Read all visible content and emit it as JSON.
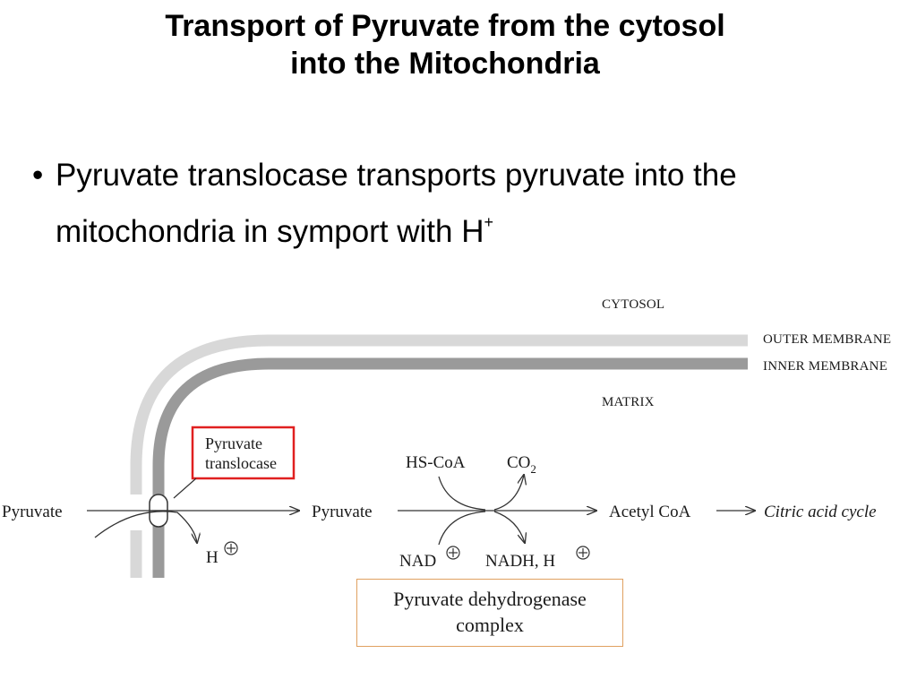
{
  "title": {
    "line1": "Transport of Pyruvate from the cytosol",
    "line2": "into the Mitochondria"
  },
  "bullet": {
    "symbol": "•",
    "text": "Pyruvate translocase transports pyruvate into the mitochondria in symport with H",
    "superscript": "+"
  },
  "diagram": {
    "regions": {
      "cytosol": "CYTOSOL",
      "outer_membrane": "OUTER MEMBRANE",
      "inner_membrane": "INNER MEMBRANE",
      "matrix": "MATRIX"
    },
    "translocase_box": {
      "line1": "Pyruvate",
      "line2": "translocase",
      "border_color": "#e02020"
    },
    "labels": {
      "pyruvate_outside": "Pyruvate",
      "h_ion": "H",
      "pyruvate_inside": "Pyruvate",
      "hs_coa": "HS-CoA",
      "co2": "CO",
      "co2_subscript": "2",
      "nad": "NAD",
      "nadh_h": "NADH, H",
      "acetyl_coa": "Acetyl CoA",
      "citric_acid_cycle": "Citric acid cycle"
    },
    "pdh_complex": {
      "line1": "Pyruvate dehydrogenase",
      "line2": "complex",
      "border_color": "#e0a060"
    },
    "colors": {
      "outer_membrane": "#d8d8d8",
      "inner_membrane": "#9a9a9a",
      "arrow": "#333333"
    }
  }
}
